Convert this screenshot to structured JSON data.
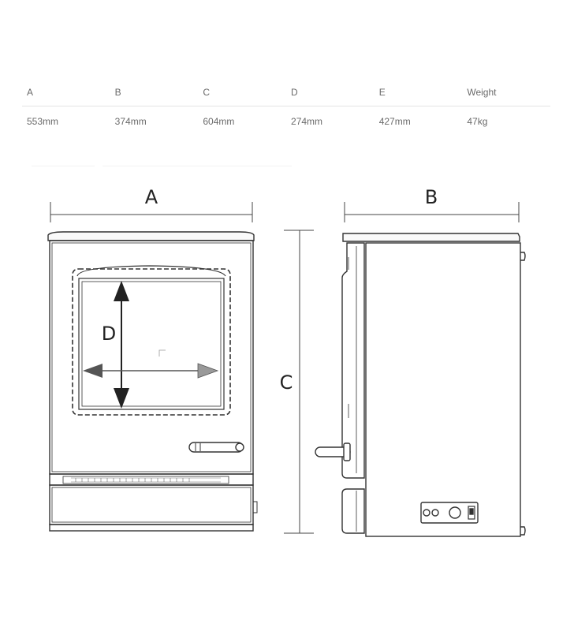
{
  "specs": {
    "headers": [
      "A",
      "B",
      "C",
      "D",
      "E",
      "Weight"
    ],
    "values": [
      "553mm",
      "374mm",
      "604mm",
      "274mm",
      "427mm",
      "47kg"
    ]
  },
  "diagram": {
    "labels": {
      "a": "A",
      "b": "B",
      "c": "C",
      "d": "D"
    }
  }
}
